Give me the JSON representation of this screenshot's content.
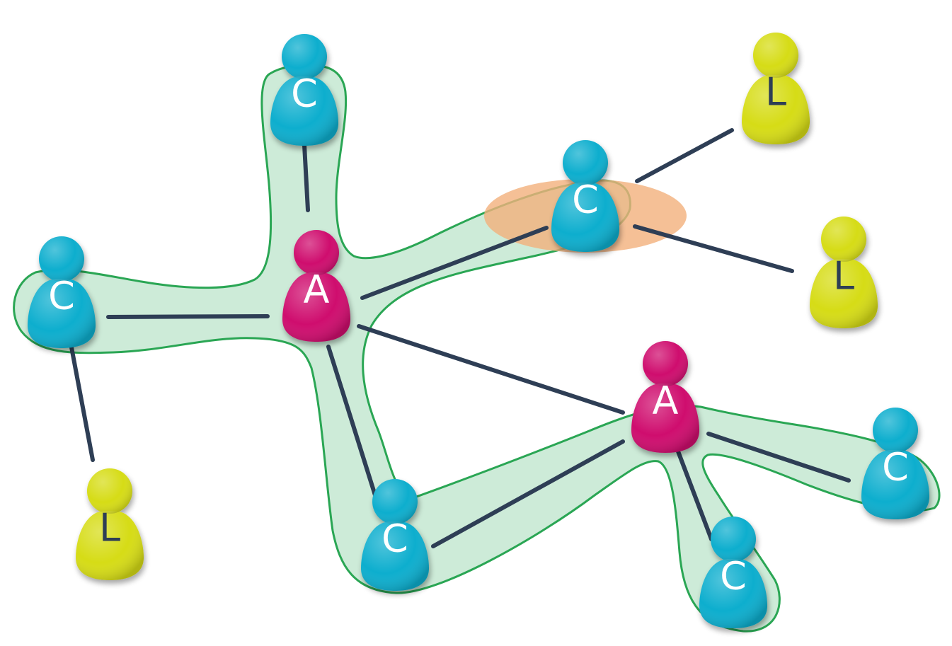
{
  "colors": {
    "client": "#10aece",
    "admin": "#cf0a6e",
    "leaf": "#d6dc12",
    "edge": "#2e3e55",
    "region_fill": "#cdebd8",
    "region_stroke": "#2aa654",
    "highlight": "#f2b07c",
    "letter_light": "#ffffff",
    "letter_dark": "#2e3e55"
  },
  "icons": {
    "person": "person-icon"
  },
  "nodes": [
    {
      "id": "c-top",
      "label": "C",
      "role": "client"
    },
    {
      "id": "c-mid",
      "label": "C",
      "role": "client"
    },
    {
      "id": "c-left",
      "label": "C",
      "role": "client"
    },
    {
      "id": "a-center",
      "label": "A",
      "role": "admin"
    },
    {
      "id": "a-right",
      "label": "A",
      "role": "admin"
    },
    {
      "id": "c-bottom",
      "label": "C",
      "role": "client"
    },
    {
      "id": "c-bottom-right",
      "label": "C",
      "role": "client"
    },
    {
      "id": "c-right",
      "label": "C",
      "role": "client"
    },
    {
      "id": "l-top-right",
      "label": "L",
      "role": "leaf"
    },
    {
      "id": "l-right",
      "label": "L",
      "role": "leaf"
    },
    {
      "id": "l-bottom-left",
      "label": "L",
      "role": "leaf"
    }
  ]
}
